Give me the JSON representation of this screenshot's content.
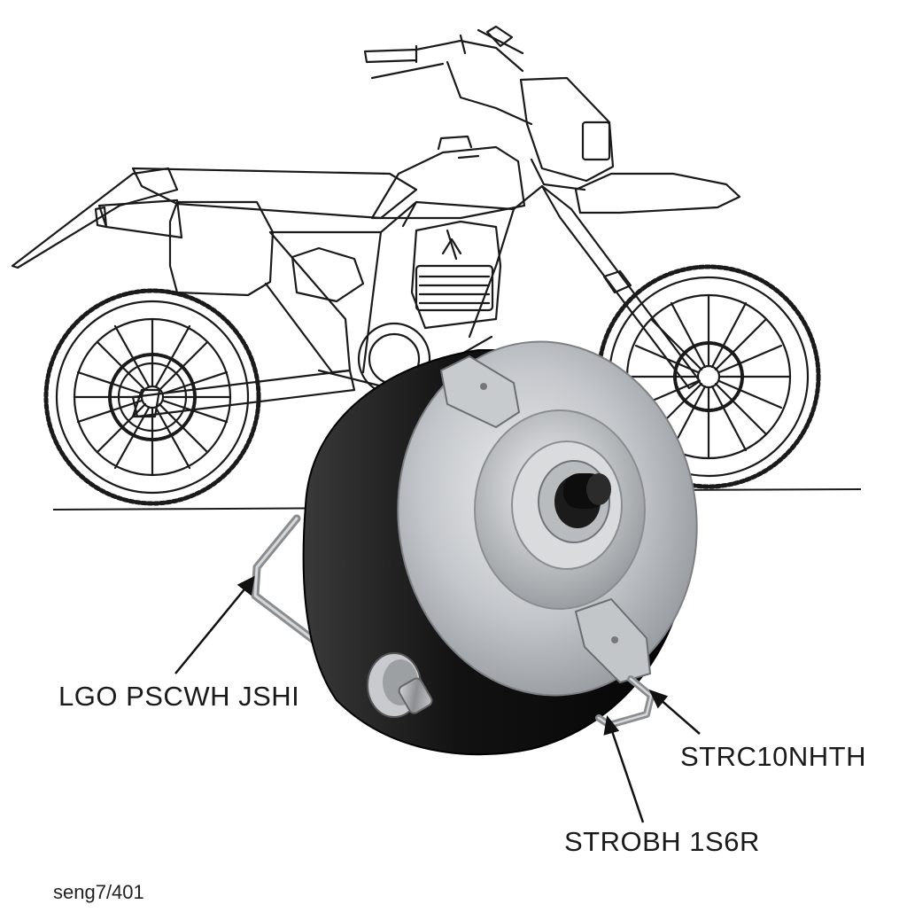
{
  "labels": {
    "left": "LGO PSCWH JSHI",
    "right": "STRC10NHTH",
    "bottom": "STROBH 1S6R"
  },
  "caption": "seng7/401",
  "colors": {
    "line": "#1a1a1a",
    "motor_body": "#111111",
    "motor_face": "#b9bcc0",
    "motor_highlight": "#e4e6e8",
    "shaft": "#0d0d0d"
  },
  "icons": {
    "motorcycle": "dirt-bike-line-drawing",
    "component": "cylindrical-motor-housing"
  }
}
